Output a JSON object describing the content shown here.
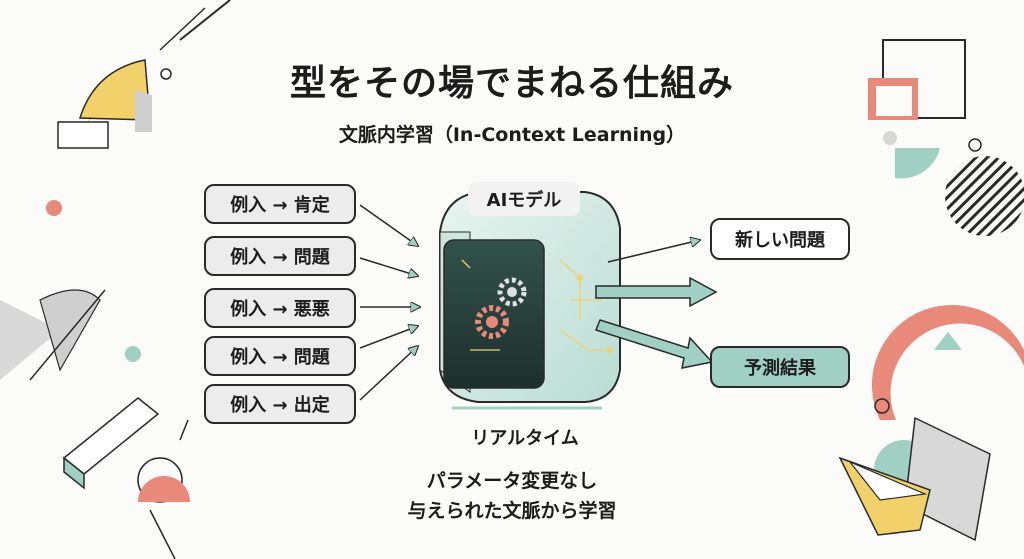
{
  "title": "型をその場でまねる仕組み",
  "subtitle": "文脈内学習（In-Context Learning）",
  "inputs": [
    {
      "label": "例入 → 肯定"
    },
    {
      "label": "例入 → 問題"
    },
    {
      "label": "例入 → 悪悪"
    },
    {
      "label": "例入 → 問題"
    },
    {
      "label": "例入 → 出定"
    }
  ],
  "model": {
    "label": "AIモデル",
    "caption": "リアルタイム"
  },
  "outputs": [
    {
      "label": "新しい問題"
    },
    {
      "label": "予測結果"
    }
  ],
  "notes": [
    "パラメータ変更なし",
    "与えられた文脈から学習"
  ],
  "colors": {
    "teal": "#9fd0c3",
    "coral": "#e8897a",
    "yellow": "#f2d06a",
    "ink": "#2a2a2a"
  },
  "icons": [
    "gear-icon",
    "circuit-icon"
  ]
}
